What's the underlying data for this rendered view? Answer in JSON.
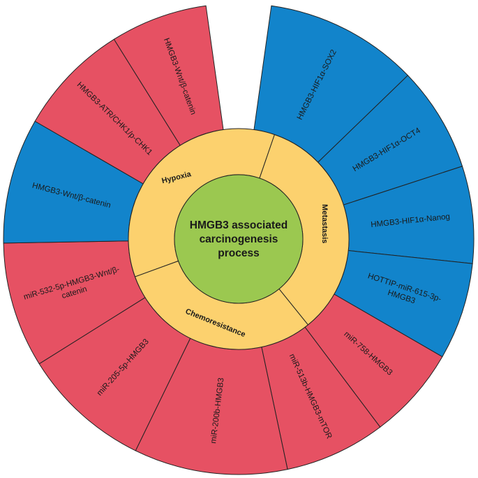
{
  "center": {
    "lines": [
      "HMGB3 associated",
      "carcinogenesis",
      "process"
    ]
  },
  "colors": {
    "center_fill": "#9bc850",
    "inner_fill": "#fcd16e",
    "outer_red": "#e65163",
    "outer_blue": "#1284cb",
    "stroke": "#222222"
  },
  "categories": [
    {
      "name": "Hypoxia",
      "branches": [
        {
          "lines": [
            "HMGB3-HIF1α-SOX2"
          ],
          "color": "blue"
        },
        {
          "lines": [
            "HMGB3-HIF1α-OCT4"
          ],
          "color": "blue"
        },
        {
          "lines": [
            "HMGB3-HIF1α-Nanog"
          ],
          "color": "blue"
        },
        {
          "lines": [
            "HOTTIP-miR-615-3p-",
            "HMGB3"
          ],
          "color": "blue"
        }
      ]
    },
    {
      "name": "Metastasis",
      "branches": [
        {
          "lines": [
            "miR-758-HMGB3"
          ],
          "color": "red"
        },
        {
          "lines": [
            "miR-513b-HMGB3-mTOR"
          ],
          "color": "red"
        },
        {
          "lines": [
            "miR-200b-HMGB3"
          ],
          "color": "red"
        },
        {
          "lines": [
            "miR-205-5p-HMGB3"
          ],
          "color": "red"
        },
        {
          "lines": [
            "miR-532-5p-HMGB3-Wnt/β-",
            "catenin"
          ],
          "color": "red"
        },
        {
          "lines": [
            "HMGB3-Wnt/β-catenin"
          ],
          "color": "blue"
        }
      ]
    },
    {
      "name": "Chemoresistance",
      "branches": [
        {
          "lines": [
            "HMGB3-ATR/CHK1/p-CHK1"
          ],
          "color": "red"
        },
        {
          "lines": [
            "HMGB3-Wnt/β-catenin"
          ],
          "color": "red"
        }
      ]
    }
  ]
}
